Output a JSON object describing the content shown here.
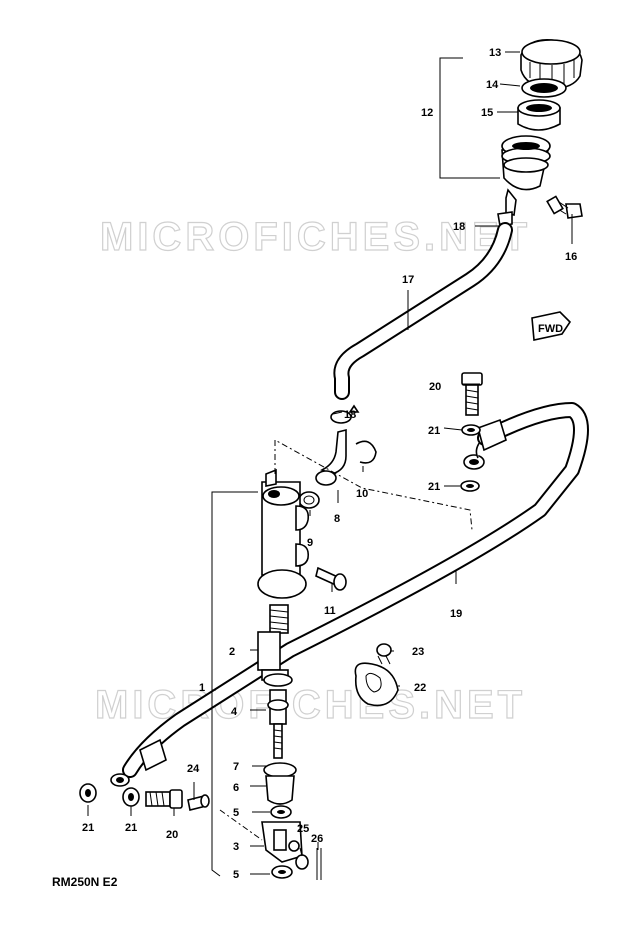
{
  "diagram": {
    "watermarks": [
      "MICROFICHES.NET",
      "MICROFICHES.NET"
    ],
    "model_code": "RM250N E2",
    "fwd_label": "FWD",
    "labels": [
      {
        "id": "p13",
        "text": "13"
      },
      {
        "id": "p14",
        "text": "14"
      },
      {
        "id": "p12",
        "text": "12"
      },
      {
        "id": "p15",
        "text": "15"
      },
      {
        "id": "p18a",
        "text": "18"
      },
      {
        "id": "p16",
        "text": "16"
      },
      {
        "id": "p17",
        "text": "17"
      },
      {
        "id": "p20a",
        "text": "20"
      },
      {
        "id": "p18b",
        "text": "18"
      },
      {
        "id": "p21a",
        "text": "21"
      },
      {
        "id": "p21b",
        "text": "21"
      },
      {
        "id": "p10",
        "text": "10"
      },
      {
        "id": "p9",
        "text": "9"
      },
      {
        "id": "p8",
        "text": "8"
      },
      {
        "id": "p11",
        "text": "11"
      },
      {
        "id": "p19",
        "text": "19"
      },
      {
        "id": "p2",
        "text": "2"
      },
      {
        "id": "p23",
        "text": "23"
      },
      {
        "id": "p1",
        "text": "1"
      },
      {
        "id": "p22",
        "text": "22"
      },
      {
        "id": "p4",
        "text": "4"
      },
      {
        "id": "p7",
        "text": "7"
      },
      {
        "id": "p6",
        "text": "6"
      },
      {
        "id": "p24",
        "text": "24"
      },
      {
        "id": "p5a",
        "text": "5"
      },
      {
        "id": "p21c",
        "text": "21"
      },
      {
        "id": "p21d",
        "text": "21"
      },
      {
        "id": "p20b",
        "text": "20"
      },
      {
        "id": "p3",
        "text": "3"
      },
      {
        "id": "p25",
        "text": "25"
      },
      {
        "id": "p26",
        "text": "26"
      },
      {
        "id": "p5b",
        "text": "5"
      }
    ]
  }
}
